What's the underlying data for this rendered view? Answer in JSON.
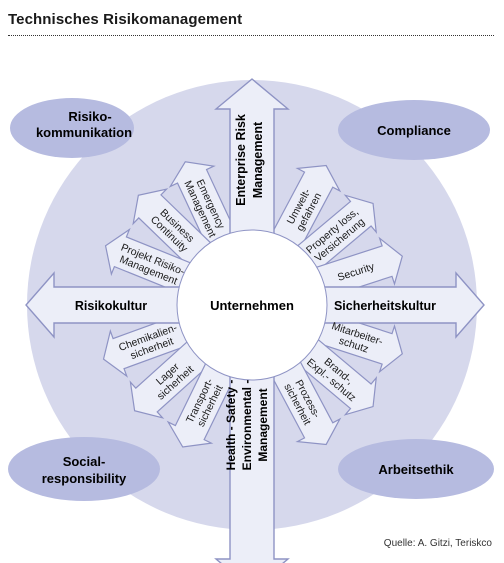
{
  "title": "Technisches Risikomanagement",
  "source": "Quelle: A. Gitzi, Teriskco",
  "center": "Unternehmen",
  "main_axes": {
    "top": [
      "Enterprise Risk",
      "Management"
    ],
    "bottom": [
      "Health - Safety -",
      "Environmental -",
      "Management"
    ],
    "left": [
      "Risikokultur"
    ],
    "right": [
      "Sicherheitskultur"
    ]
  },
  "corners": {
    "top_left": [
      "Risiko-",
      "kommunikation"
    ],
    "top_right": [
      "Compliance"
    ],
    "bottom_left": [
      "Social-",
      "responsibility"
    ],
    "bottom_right": [
      "Arbeitsethik"
    ]
  },
  "spokes": {
    "emergency": [
      "Emergency",
      "Management"
    ],
    "business": [
      "Business",
      "Continuity"
    ],
    "projekt": [
      "Projekt Risiko-",
      "Management"
    ],
    "umwelt": [
      "Umwelt-",
      "gefahren"
    ],
    "property": [
      "Property loss,",
      "Versicherung"
    ],
    "security": [
      "Security"
    ],
    "chemikalien": [
      "Chemikalien-",
      "sicherheit"
    ],
    "lager": [
      "Lager",
      "sicherheit"
    ],
    "transport": [
      "Transport-",
      "sicherheit"
    ],
    "mitarbeiter": [
      "Mitarbeiter-",
      "schutz"
    ],
    "brand": [
      "Brand-,",
      "Expl.- schutz"
    ],
    "prozess": [
      "Prozess-",
      "sicherheit"
    ]
  },
  "colors": {
    "big_circle": "#d6d8ec",
    "inner_circle": "#ffffff",
    "arrow_fill": "#eceef8",
    "arrow_stroke": "#8e93c4",
    "oval_fill": "#b6bbe0"
  }
}
